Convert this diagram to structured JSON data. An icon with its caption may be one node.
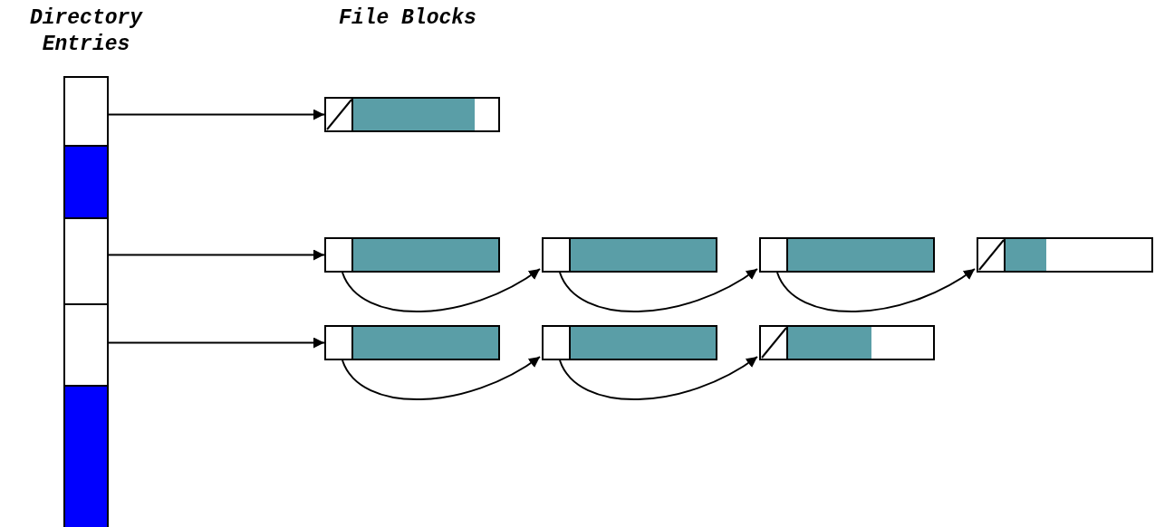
{
  "diagram": {
    "nodes": [
      {
        "text": [],
        "shape": "box"
      },
      {
        "text": [],
        "shape": "box"
      },
      {
        "text": [],
        "shape": "box"
      },
      {
        "text": [],
        "shape": "box"
      },
      {
        "text": [],
        "shape": "box"
      },
      {
        "text": [],
        "shape": "box"
      },
      {
        "text": [],
        "shape": "box"
      },
      {
        "text": [],
        "shape": "box"
      },
      {
        "text": [],
        "shape": "box"
      },
      {
        "text": [],
        "shape": "box"
      },
      {
        "text": [],
        "shape": "box"
      },
      {
        "text": [],
        "shape": "box"
      },
      {
        "text": [],
        "shape": "box"
      }
    ],
    "edges": [
      {
        "from": 0,
        "to": 5,
        "arrow": "to"
      },
      {
        "from": 2,
        "to": 6,
        "arrow": "to"
      },
      {
        "from": 6,
        "to": 7,
        "arrow": "to"
      },
      {
        "from": 7,
        "to": 8,
        "arrow": "to"
      },
      {
        "from": 8,
        "to": 9,
        "arrow": "to"
      },
      {
        "from": 3,
        "to": 10,
        "arrow": "to"
      },
      {
        "from": 10,
        "to": 11,
        "arrow": "to"
      },
      {
        "from": 11,
        "to": 12,
        "arrow": "to"
      }
    ],
    "labels": [
      "Directory Entries",
      "File Blocks"
    ]
  }
}
